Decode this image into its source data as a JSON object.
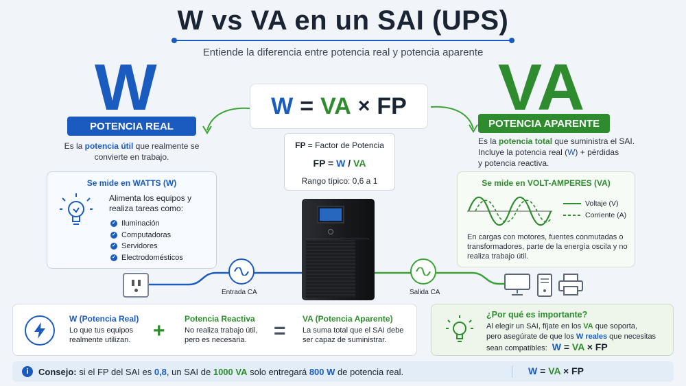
{
  "title": "W vs VA en un SAI (UPS)",
  "subtitle": "Entiende la diferencia entre potencia real y potencia aparente",
  "left": {
    "big": "W",
    "pill": "POTENCIA REAL",
    "desc_a": "Es la ",
    "desc_hl": "potencia útil",
    "desc_b": " que realmente se convierte en trabajo.",
    "card_title": "Se mide en WATTS (W)",
    "card_text": "Alimenta los equipos y realiza tareas como:",
    "items": [
      "Iluminación",
      "Computadoras",
      "Servidores",
      "Electrodomésticos"
    ]
  },
  "right": {
    "big": "VA",
    "pill": "POTENCIA APARENTE",
    "desc_a": "Es la ",
    "desc_hl": "potencia total",
    "desc_b": " que suministra el SAI.",
    "desc_c": "Incluye la potencia real (",
    "desc_w": "W",
    "desc_d": ") + pérdidas",
    "desc_e": "y potencia reactiva.",
    "card_title": "Se mide en VOLT-AMPERES (VA)",
    "legend_v": "Voltaje (V)",
    "legend_i": "Corriente (A)",
    "card_text": "En cargas con motores, fuentes conmutadas o transformadores, parte de la energía oscila y no realiza trabajo útil."
  },
  "formula": {
    "w": "W",
    "eq": "=",
    "va": "VA",
    "x": "×",
    "fp": "FP"
  },
  "fp_box": {
    "def_b": "FP",
    "def": " = Factor de Potencia",
    "f_fp": "FP",
    "f_eq": " = ",
    "f_w": "W",
    "f_sl": " / ",
    "f_va": "VA",
    "range": "Rango típico: 0,6 a 1"
  },
  "flow": {
    "in": "Entrada CA",
    "out": "Salida CA"
  },
  "bottom": {
    "w_title": "W (Potencia Real)",
    "w_text": "Lo que tus equipos realmente utilizan.",
    "plus": "+",
    "r_title": "Potencia Reactiva",
    "r_text": "No realiza trabajo útil, pero es necesaria.",
    "equals": "=",
    "va_title": "VA (Potencia Aparente)",
    "va_text": "La suma total que el SAI debe ser capaz de suministrar."
  },
  "why": {
    "title": "¿Por qué es importante?",
    "t1": "Al elegir un SAI, fíjate en los ",
    "t1b": "VA",
    "t1c": " que soporta,",
    "t2": "pero asegúrate de que los ",
    "t2b": "W reales",
    "t2c": " que necesitas",
    "t3": "sean compatibles:",
    "f_w": "W",
    "f_eq": "=",
    "f_va": "VA",
    "f_x": "×",
    "f_fp": "FP"
  },
  "tip": {
    "label": "Consejo:",
    "t1": " si el FP del SAI es ",
    "fp": "0,8",
    "t2": ", un SAI de ",
    "va": "1000 VA",
    "t3": " solo entregará ",
    "w": "800 W",
    "t4": " de potencia real.",
    "f_w": "W",
    "f_eq": "=",
    "f_va": "VA",
    "f_x": "×",
    "f_fp": "FP"
  },
  "colors": {
    "blue": "#1a5bbf",
    "green": "#2e8b2e",
    "dark": "#1a2433"
  }
}
